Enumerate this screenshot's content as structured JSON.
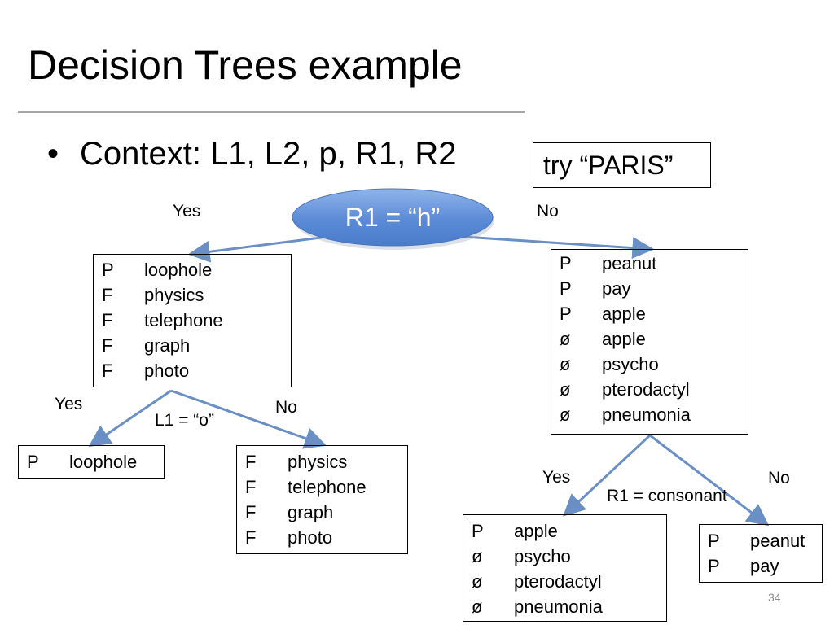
{
  "title": "Decision Trees example",
  "bullet": {
    "symbol": "•",
    "text": "Context: L1, L2, p, R1, R2"
  },
  "try_box": "try “PARIS”",
  "colors": {
    "node_fill": "#5b8bd6",
    "arrow": "#6a8fc5",
    "title_rule": "#a6a6a6"
  },
  "root": {
    "question": "R1 = “h”",
    "yes_label": "Yes",
    "no_label": "No"
  },
  "left_node": {
    "rows": [
      {
        "sym": "P",
        "word": "loophole"
      },
      {
        "sym": "F",
        "word": "physics"
      },
      {
        "sym": "F",
        "word": "telephone"
      },
      {
        "sym": "F",
        "word": "graph"
      },
      {
        "sym": "F",
        "word": "photo"
      }
    ],
    "question": "L1 = “o”",
    "yes_label": "Yes",
    "no_label": "No"
  },
  "left_yes_leaf": {
    "rows": [
      {
        "sym": "P",
        "word": "loophole"
      }
    ]
  },
  "left_no_leaf": {
    "rows": [
      {
        "sym": "F",
        "word": "physics"
      },
      {
        "sym": "F",
        "word": "telephone"
      },
      {
        "sym": "F",
        "word": "graph"
      },
      {
        "sym": "F",
        "word": "photo"
      }
    ]
  },
  "right_node": {
    "rows": [
      {
        "sym": "P",
        "word": "peanut"
      },
      {
        "sym": "P",
        "word": "pay"
      },
      {
        "sym": "P",
        "word": "apple"
      },
      {
        "sym": "ø",
        "word": "apple"
      },
      {
        "sym": "ø",
        "word": "psycho"
      },
      {
        "sym": "ø",
        "word": "pterodactyl"
      },
      {
        "sym": "ø",
        "word": "pneumonia"
      }
    ],
    "question": "R1 = consonant",
    "yes_label": "Yes",
    "no_label": "No"
  },
  "right_yes_leaf": {
    "rows": [
      {
        "sym": "P",
        "word": "apple"
      },
      {
        "sym": "ø",
        "word": "psycho"
      },
      {
        "sym": "ø",
        "word": "pterodactyl"
      },
      {
        "sym": "ø",
        "word": "pneumonia"
      }
    ]
  },
  "right_no_leaf": {
    "rows": [
      {
        "sym": "P",
        "word": "peanut"
      },
      {
        "sym": "P",
        "word": "pay"
      }
    ]
  },
  "page_number": "34"
}
